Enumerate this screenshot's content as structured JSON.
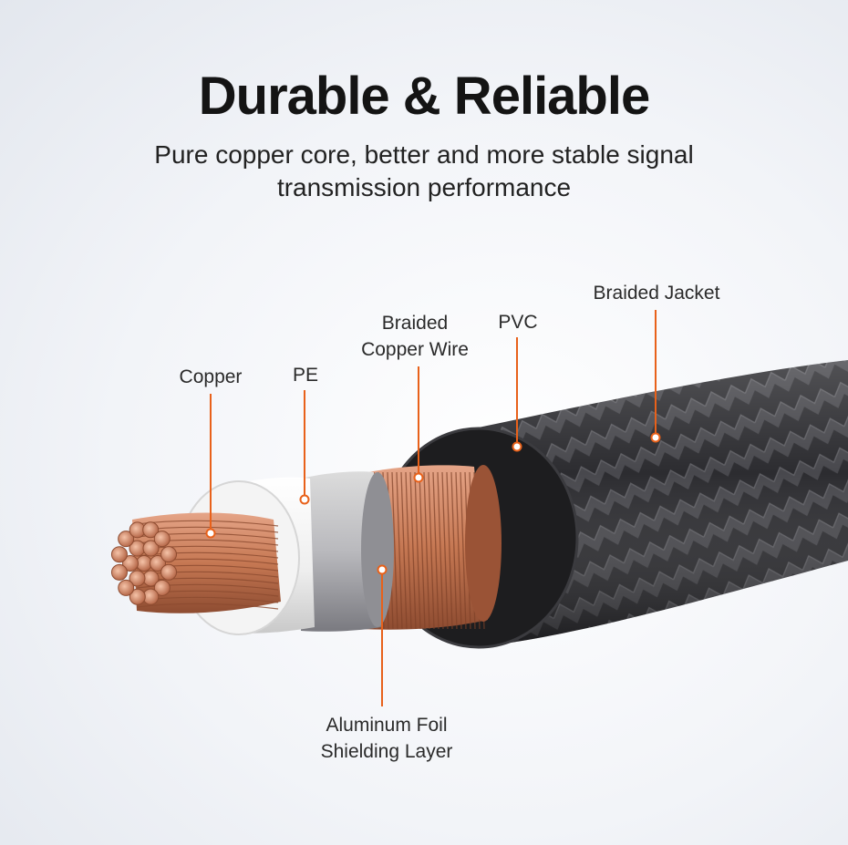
{
  "title": "Durable & Reliable",
  "subtitle": "Pure copper core, better and more stable signal transmission performance",
  "labels": {
    "copper": "Copper",
    "pe": "PE",
    "braided_copper_wire": [
      "Braided",
      "Copper Wire"
    ],
    "pvc": "PVC",
    "braided_jacket": "Braided Jacket",
    "aluminum_foil": [
      "Aluminum Foil",
      "Shielding Layer"
    ]
  },
  "colors": {
    "accent": "#e8611a",
    "copper": "#c77a55",
    "jacket": "#2b2b2e",
    "pe": "#f2f2f2"
  }
}
